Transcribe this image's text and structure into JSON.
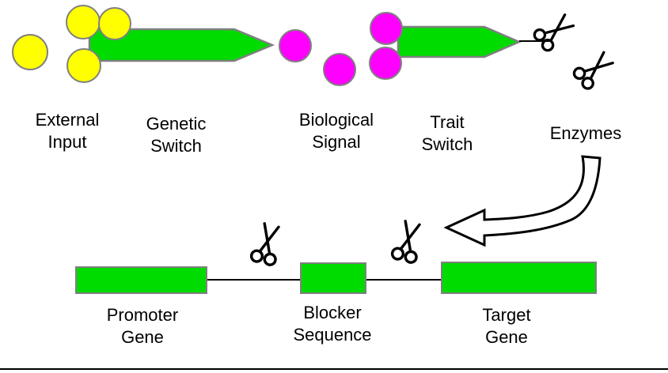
{
  "diagram": {
    "top_row": {
      "external_input_label": "External\nInput",
      "genetic_switch_label": "Genetic\nSwitch",
      "biological_signal_label": "Biological\nSignal",
      "trait_switch_label": "Trait\nSwitch",
      "enzymes_label": "Enzymes"
    },
    "bottom_row": {
      "promoter_gene_label": "Promoter\nGene",
      "blocker_sequence_label": "Blocker\nSequence",
      "target_gene_label": "Target\nGene"
    },
    "icons": {
      "scissors_icon": "scissors",
      "curved_arrow_icon": "curved-arrow"
    }
  },
  "colors": {
    "yellow_fill": "#FFFF00",
    "magenta_fill": "#FF00FF",
    "green_fill": "#00DB00",
    "shape_outline": "#808080",
    "line_color": "#000000",
    "bg": "#FFFFFF"
  }
}
